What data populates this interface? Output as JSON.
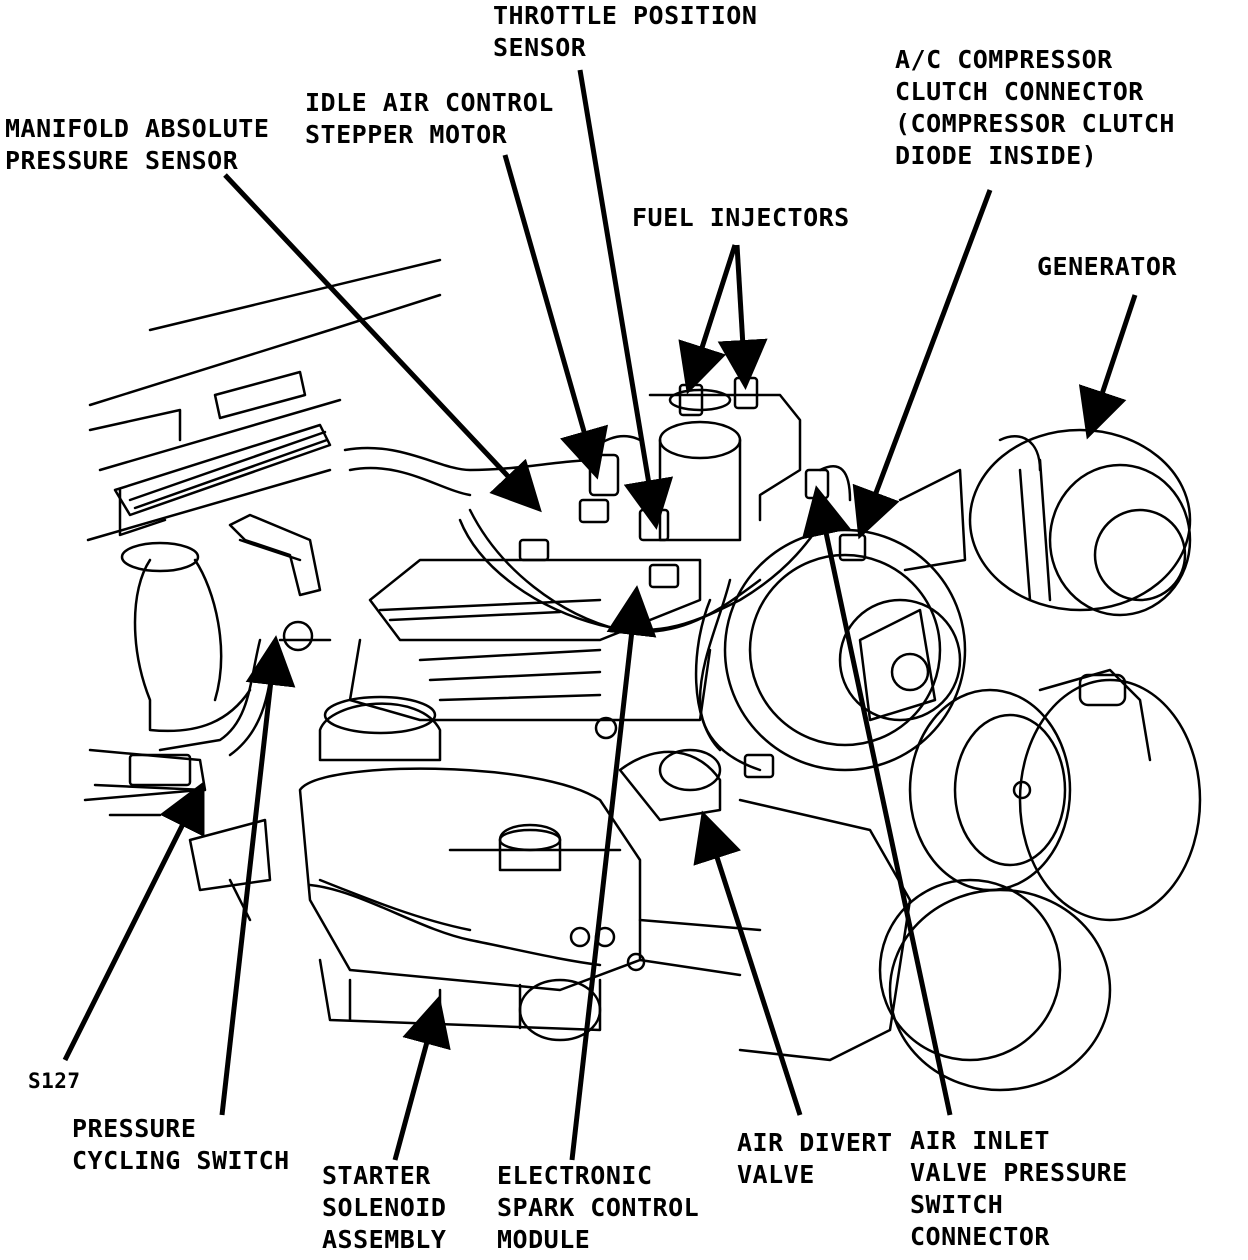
{
  "labels": {
    "throttle_position_sensor": [
      "THROTTLE POSITION",
      "SENSOR"
    ],
    "idle_air_control": [
      "IDLE AIR CONTROL",
      "STEPPER MOTOR"
    ],
    "map_sensor": [
      "MANIFOLD ABSOLUTE",
      "PRESSURE SENSOR"
    ],
    "ac_compressor": [
      "A/C COMPRESSOR",
      "CLUTCH CONNECTOR",
      "(COMPRESSOR CLUTCH",
      "DIODE INSIDE)"
    ],
    "fuel_injectors": [
      "FUEL INJECTORS"
    ],
    "generator": [
      "GENERATOR"
    ],
    "s127": [
      "S127"
    ],
    "pressure_cycling_switch": [
      "PRESSURE",
      "CYCLING  SWITCH"
    ],
    "starter_solenoid": [
      "STARTER",
      "SOLENOID",
      "ASSEMBLY"
    ],
    "spark_control_module": [
      "ELECTRONIC",
      "SPARK CONTROL",
      "MODULE"
    ],
    "air_divert_valve": [
      "AIR DIVERT",
      "VALVE"
    ],
    "air_inlet_valve": [
      "AIR INLET",
      "VALVE PRESSURE",
      "SWITCH",
      "CONNECTOR"
    ]
  }
}
